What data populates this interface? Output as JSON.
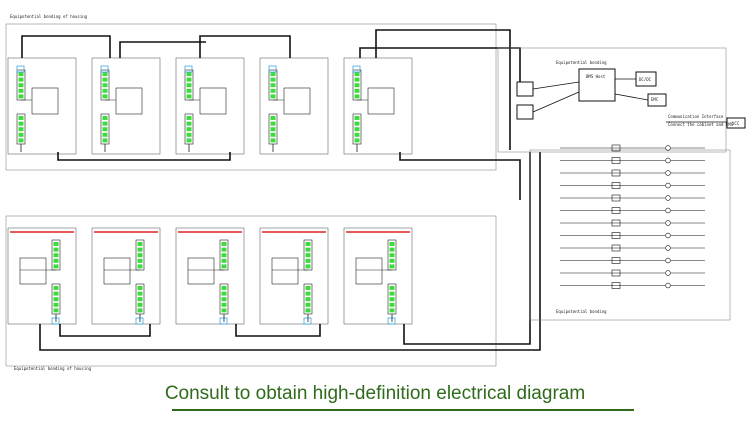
{
  "diagram": {
    "top_bonding_label": "Equipotential bonding of housing",
    "bottom_bonding_label": "Equipotential bonding of housing",
    "middle_bonding_label": "Equipotential bonding",
    "right_bonding_label": "Equipotential bonding",
    "bms_label": "BMS Host",
    "dc_label": "DC/DC",
    "emc_label": "EMC",
    "comm_label": "Communication Interface",
    "ems_label": "Connect the cabinet and EMS",
    "output_label": "VCC",
    "colors": {
      "line": "#111111",
      "red": "#e02424",
      "cell": "#3ddc3d",
      "accent": "#3aa7e8"
    }
  },
  "caption": {
    "text": "Consult to obtain high-definition electrical diagram",
    "color": "#2f6b1a"
  }
}
